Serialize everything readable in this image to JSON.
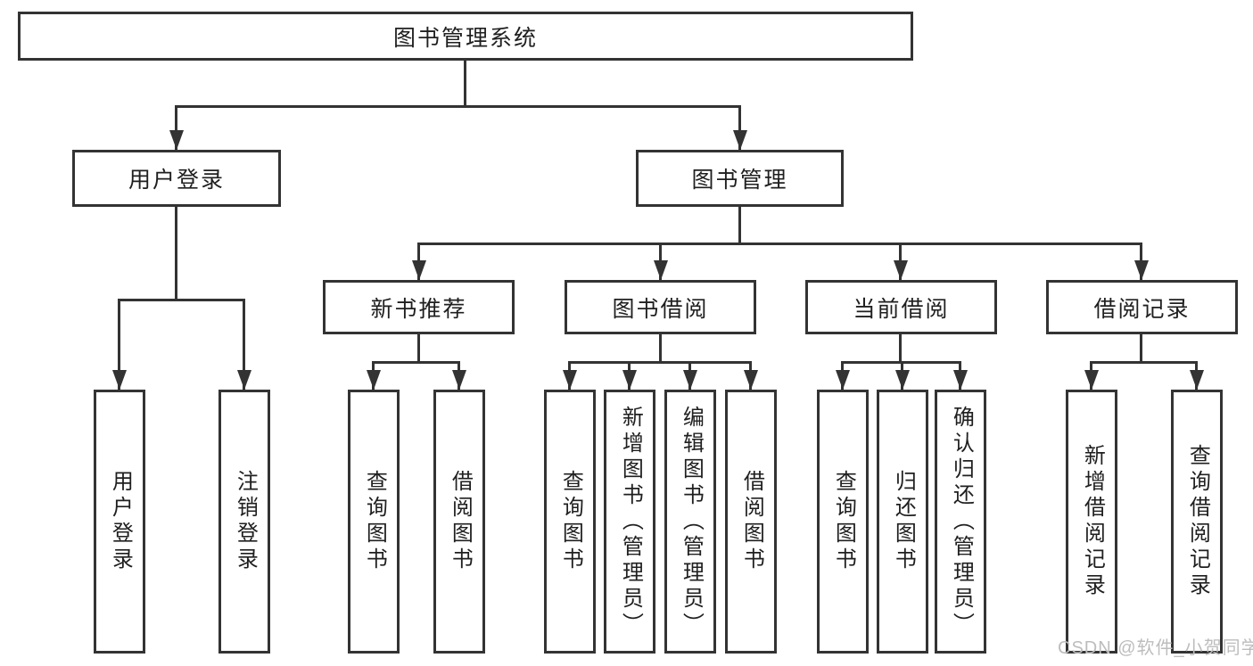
{
  "diagram": {
    "root": {
      "label": "图书管理系统"
    },
    "branches": [
      {
        "label": "用户登录",
        "children": [
          {
            "label": "用户登录"
          },
          {
            "label": "注销登录"
          }
        ]
      },
      {
        "label": "图书管理",
        "children": [
          {
            "label": "新书推荐",
            "children": [
              {
                "label": "查询图书"
              },
              {
                "label": "借阅图书"
              }
            ]
          },
          {
            "label": "图书借阅",
            "children": [
              {
                "label": "查询图书"
              },
              {
                "label": "新增图书（管理员）"
              },
              {
                "label": "编辑图书（管理员）"
              },
              {
                "label": "借阅图书"
              }
            ]
          },
          {
            "label": "当前借阅",
            "children": [
              {
                "label": "查询图书"
              },
              {
                "label": "归还图书"
              },
              {
                "label": "确认归还（管理员）"
              }
            ]
          },
          {
            "label": "借阅记录",
            "children": [
              {
                "label": "新增借阅记录"
              },
              {
                "label": "查询借阅记录"
              }
            ]
          }
        ]
      }
    ]
  },
  "watermark": {
    "text": "CSDN @软件_小贺同学"
  },
  "colors": {
    "line": "#333333",
    "text": "#1f1f1f",
    "watermark": "#bdbdbd",
    "background": "#ffffff"
  }
}
